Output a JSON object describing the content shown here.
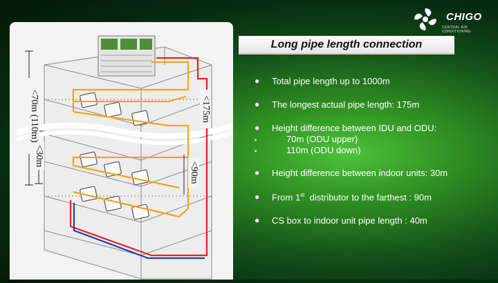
{
  "header": {
    "title": "Long pipe length connection",
    "brand_name": "CHIGO",
    "brand_tagline": "CENTRAL AIR CONDITIONING"
  },
  "diagram": {
    "labels": {
      "outdoor_indoor_height": "<70m (110m)",
      "indoor_height_diff": "<30m",
      "longest_pipe": "<175m",
      "first_distributor": "<90m"
    }
  },
  "bullets": [
    {
      "text": "Total pipe length up to 1000m"
    },
    {
      "text": "The longest actual pipe length: 175m"
    },
    {
      "text": "Height difference between IDU and ODU:"
    },
    {
      "text": "Height difference between indoor units: 30m"
    },
    {
      "prefix": "From 1",
      "sup": "st",
      "suffix": "  distributor to the farthest : 90m"
    },
    {
      "text": "CS box to indoor unit pipe length : 40m"
    }
  ],
  "sub_bullets": [
    {
      "text": "70m  (ODU upper)"
    },
    {
      "text": "110m  (ODU down)"
    }
  ],
  "colors": {
    "liquid_pipe": "#f2a515",
    "gas_pipe": "#e8231b",
    "return_pipe": "#1f3fb5",
    "background_glow": "#4ec23a"
  }
}
